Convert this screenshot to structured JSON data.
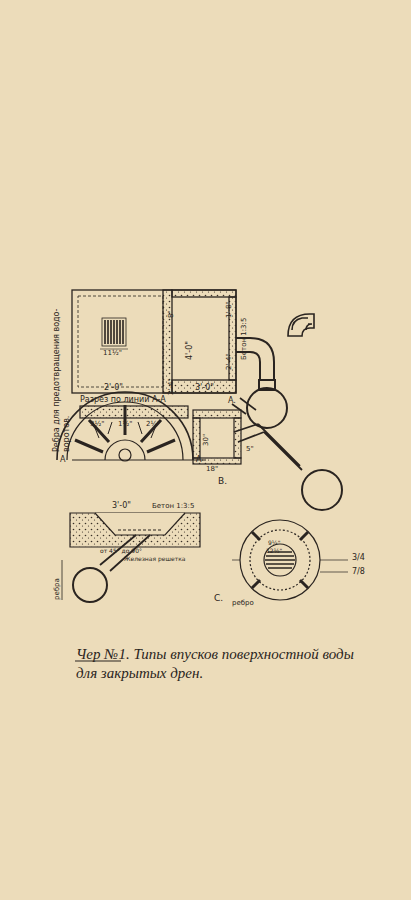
{
  "diagram": {
    "caption": "Чер №1. Типы впусков поверхностной воды для закрытых дрен.",
    "labels": [
      "Ребра для предотвращения водо-воротов.",
      "11½\"",
      "2'-0\"",
      "3'-0\"",
      "4'-0\"",
      "8\"",
      "2'-4\"",
      "1'-8\"",
      "2'-4\"",
      "Бетон 1:3:5",
      "Разрез по линии А-А",
      "A.",
      "3½\"",
      "1½\"",
      "2¼\"",
      "A",
      "A",
      "30\"",
      "18\"",
      "B.",
      "5\"",
      "3'-0\"",
      "Бетон 1:3:5",
      "от 45° до 90°",
      "Железная решетка",
      "ребра",
      "C.",
      "ребро",
      "9¼\"",
      "12½\"",
      "3/4",
      "7/8"
    ]
  }
}
